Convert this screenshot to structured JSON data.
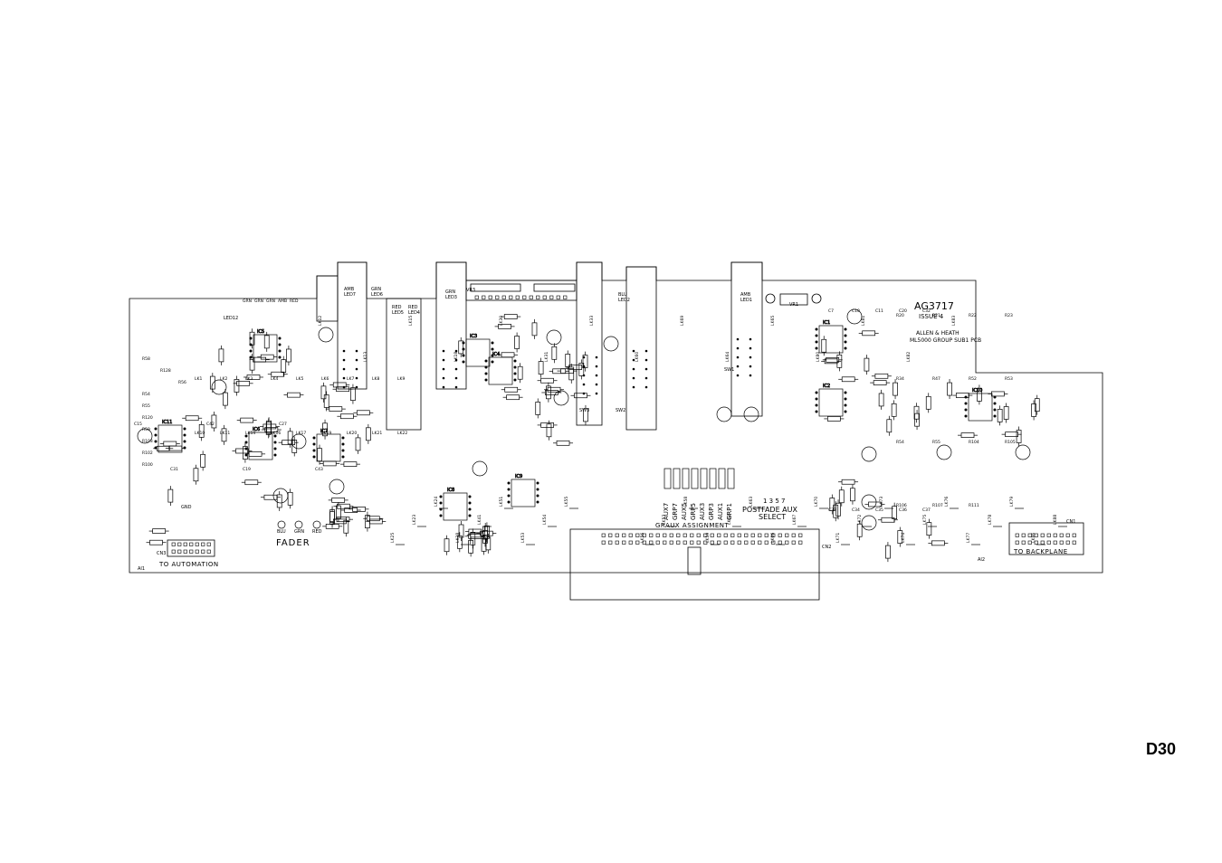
{
  "page_label": "D30",
  "board": {
    "part_number": "AG3717",
    "issue": "ISSUE 4",
    "maker": "ALLEN & HEATH",
    "description": "ML5000 GROUP SUB1 PCB"
  },
  "connectors": {
    "cn1": "CN1",
    "cn1_label": "TO BACKPLANE",
    "cn2": "CN2",
    "cn3": "CN3",
    "cn3_label": "TO AUTOMATION"
  },
  "labels": {
    "fader": "FADER",
    "graux": "GRAUX ASSIGNMENT",
    "postfade": "POSTFADE  AUX",
    "select": "SELECT",
    "odd_numbers": "1  3  5  7",
    "gnd": "GND",
    "ai1": "AI1",
    "ai2": "AI2",
    "vr1": "VR1",
    "vr2": "VR2",
    "vr3": "VR3",
    "sw1": "SW1",
    "sw2": "SW2",
    "sw3": "SW3"
  },
  "led_groups": [
    {
      "name": "LED7",
      "color": "AMB"
    },
    {
      "name": "LED6",
      "color": "GRN"
    },
    {
      "name": "LED5",
      "color": "RED"
    },
    {
      "name": "LED4",
      "color": "RED"
    },
    {
      "name": "LED3",
      "color": "GRN"
    },
    {
      "name": "LED2",
      "color": "BLU"
    },
    {
      "name": "LED1",
      "color": "AMB"
    }
  ],
  "fader_leds": [
    "BLU",
    "GRN",
    "RED"
  ],
  "top_leds": [
    "GRN",
    "GRN",
    "GRN",
    "AMB",
    "RED"
  ],
  "led12": "LED12",
  "aux_assign_labels": [
    "AUX7",
    "GRP7",
    "AUX5",
    "GRP5",
    "AUX3",
    "GRP3",
    "AUX1",
    "GRP1"
  ],
  "left_resistors": [
    "R58",
    "R128",
    "R56",
    "R54",
    "R55",
    "R120",
    "R59",
    "R103",
    "R102",
    "R100"
  ],
  "left_caps": [
    "C15",
    "C31",
    "C42",
    "C19",
    "C27",
    "C43"
  ],
  "links_top": [
    "LK12",
    "LK13",
    "LK15",
    "LK18",
    "LK30",
    "LK31",
    "LK33",
    "LK60",
    "LK69",
    "LK64",
    "LK65",
    "LK80",
    "LK81",
    "LK82",
    "LK83"
  ],
  "links_mid": [
    "LK1",
    "LK2",
    "LK3",
    "LK4",
    "LK5",
    "LK6",
    "LK7",
    "LK8",
    "LK9",
    "LK10",
    "LK11",
    "LK14",
    "LK16",
    "LK17",
    "LK19",
    "LK20",
    "LK21",
    "LK22"
  ],
  "links_bottom": [
    "LK25",
    "LK23",
    "LK24",
    "LK38",
    "LK41",
    "LK51",
    "LK53",
    "LK54",
    "LK55",
    "LK56",
    "LK57",
    "LK58",
    "LK59",
    "LK62",
    "LK63",
    "LK66",
    "LK67",
    "LK70",
    "LK71",
    "LK72",
    "LK73",
    "LK74",
    "LK75",
    "LK76",
    "LK77",
    "LK78",
    "LK79",
    "LK86",
    "LK88"
  ],
  "ics": [
    "IC1",
    "IC2",
    "IC3",
    "IC4",
    "IC5",
    "IC6",
    "IC7",
    "IC8",
    "IC9",
    "IC10",
    "IC11"
  ],
  "right_resistors": [
    "R20",
    "R21",
    "R22",
    "R23",
    "R34",
    "R47",
    "R52",
    "R53",
    "R54",
    "R55",
    "R104",
    "R105",
    "R106",
    "R107",
    "R111"
  ],
  "right_caps": [
    "C7",
    "C10",
    "C11",
    "C20",
    "C32",
    "C33",
    "C34",
    "C35",
    "C36",
    "C37"
  ]
}
